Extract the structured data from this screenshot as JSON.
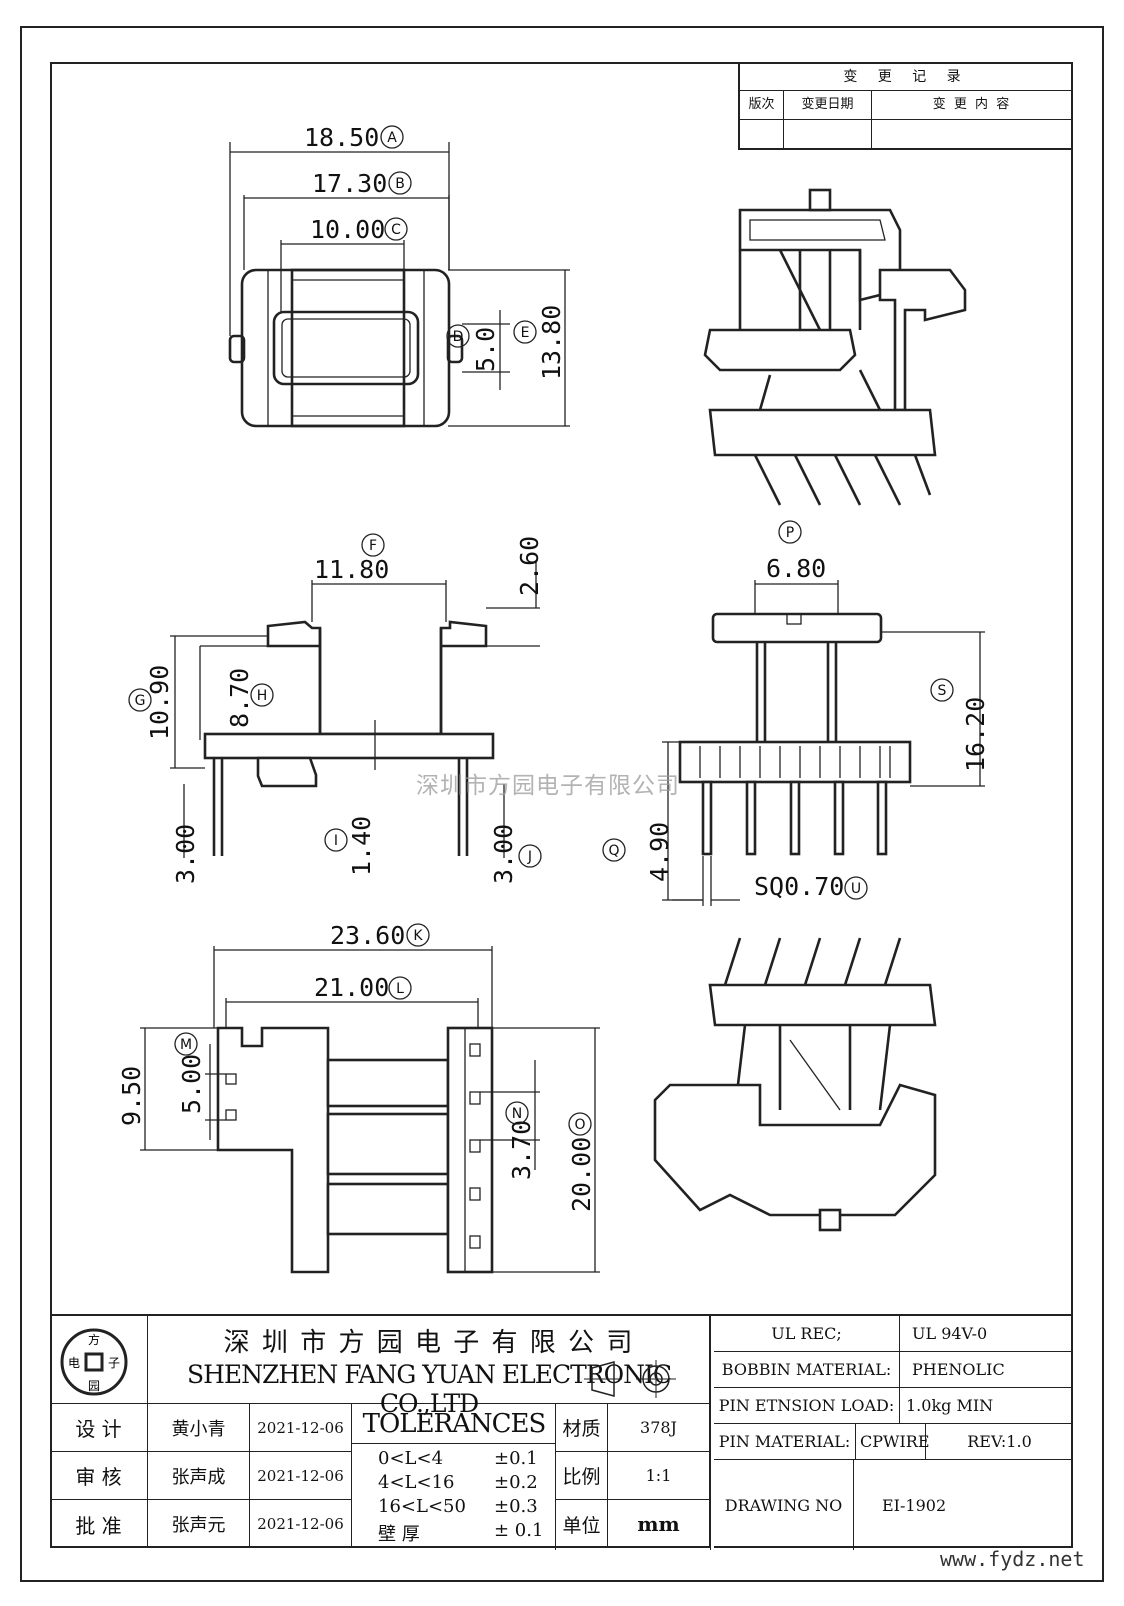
{
  "revision_table": {
    "title": "变 更 记 录",
    "columns": [
      "版次",
      "变更日期",
      "变 更 内 容"
    ]
  },
  "dimensions": {
    "top_view": {
      "A": {
        "value": "18.50",
        "label": "A"
      },
      "B": {
        "value": "17.30",
        "label": "B"
      },
      "C": {
        "value": "10.00",
        "label": "C"
      },
      "D": {
        "value": "5.0",
        "label": "D"
      },
      "E": {
        "value": "13.80",
        "label": "E"
      }
    },
    "side_view": {
      "F": {
        "value": "11.80",
        "label": "F"
      },
      "top_offset": {
        "value": "2.60"
      },
      "G": {
        "value": "10.90",
        "label": "G"
      },
      "H": {
        "value": "8.70",
        "label": "H"
      },
      "I": {
        "value": "1.40",
        "label": "I"
      },
      "pin_left": {
        "value": "3.00"
      },
      "J": {
        "value": "3.00",
        "label": "J"
      }
    },
    "front_view": {
      "P": {
        "value": "6.80",
        "label": "P"
      },
      "S": {
        "value": "16.20",
        "label": "S"
      },
      "Q": {
        "value": "4.90",
        "label": "Q"
      },
      "U": {
        "value": "SQ0.70",
        "label": "U"
      }
    },
    "bottom_view": {
      "K": {
        "value": "23.60",
        "label": "K"
      },
      "L": {
        "value": "21.00",
        "label": "L"
      },
      "width_left": {
        "value": "9.50"
      },
      "M": {
        "value": "5.00",
        "label": "M"
      },
      "N": {
        "value": "3.70",
        "label": "N"
      },
      "O": {
        "value": "20.00",
        "label": "O"
      }
    }
  },
  "watermark": "深圳市方园电子有限公司",
  "site_url": "www.fydz.net",
  "title_block": {
    "logo_chars": {
      "top": "方",
      "left": "电",
      "right": "子",
      "bottom": "园"
    },
    "company_cn": "深 圳 市 方 园 电 子 有 限 公 司",
    "company_en": "SHENZHEN FANG YUAN ELECTRONIC CO.,LTD",
    "roles": [
      {
        "role": "设  计",
        "name": "黄小青",
        "date": "2021-12-06"
      },
      {
        "role": "审  核",
        "name": "张声成",
        "date": "2021-12-06"
      },
      {
        "role": "批  准",
        "name": "张声元",
        "date": "2021-12-06"
      }
    ],
    "tolerances_title": "TOLERANCES",
    "tolerances": [
      {
        "range": "0<L<4",
        "tol": "±0.1"
      },
      {
        "range": "4<L<16",
        "tol": "±0.2"
      },
      {
        "range": "16<L<50",
        "tol": "±0.3"
      },
      {
        "range": "壁  厚",
        "tol": "± 0.1"
      }
    ],
    "props": [
      {
        "label": "材质",
        "value": "378J"
      },
      {
        "label": "比例",
        "value": "1:1"
      },
      {
        "label": "单位",
        "value": "mm"
      }
    ],
    "ul_rec_label": "UL REC;",
    "ul_rec_value": "UL  94V-0",
    "bobbin_material_label": "BOBBIN MATERIAL:",
    "bobbin_material_value": "PHENOLIC",
    "pin_tension_label": "PIN ETNSION LOAD:",
    "pin_tension_value": "1.0kg MIN",
    "pin_material_label": "PIN MATERIAL:",
    "pin_material_value": "CPWIRE",
    "rev_value": "REV:1.0",
    "drawing_no_label": "DRAWING NO",
    "drawing_no_value": "EI-1902"
  }
}
